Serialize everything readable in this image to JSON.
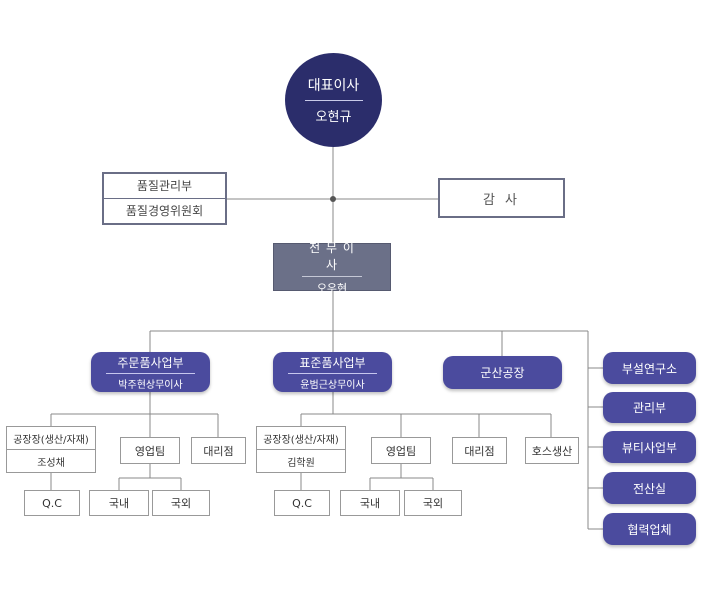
{
  "ceo": {
    "title": "대표이사",
    "name": "오현규"
  },
  "quality": {
    "dept": "품질관리부",
    "committee": "품질경영위원회"
  },
  "audit": {
    "label": "감 사"
  },
  "executive": {
    "title": "전 무 이 사",
    "name": "오우현"
  },
  "divisions": [
    {
      "name": "주문품사업부",
      "head": "박주현상무이사"
    },
    {
      "name": "표준품사업부",
      "head": "윤범근상무이사"
    },
    {
      "name": "군산공장"
    }
  ],
  "side_units": [
    "부설연구소",
    "관리부",
    "뷰티사업부",
    "전산실",
    "협력업체"
  ],
  "order_teams": {
    "factory": {
      "title": "공장장(생산/자재)",
      "name": "조성채"
    },
    "sales": "영업팀",
    "agency": "대리점",
    "qc": "Q.C",
    "domestic": "국내",
    "overseas": "국외"
  },
  "standard_teams": {
    "factory": {
      "title": "공장장(생산/자재)",
      "name": "김학원"
    },
    "sales": "영업팀",
    "agency": "대리점",
    "hose": "호스생산",
    "qc": "Q.C",
    "domestic": "국내",
    "overseas": "국외"
  },
  "colors": {
    "navy": "#2b2d6b",
    "purple": "#4b4b9e",
    "slate": "#6b7088",
    "line": "#888888"
  }
}
